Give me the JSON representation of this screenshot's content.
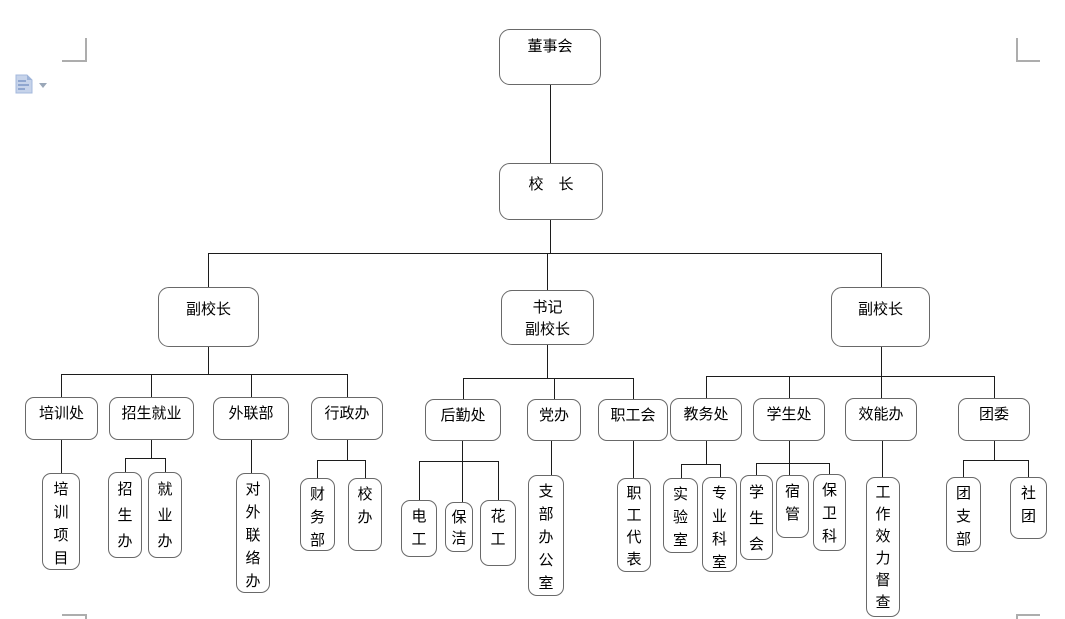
{
  "icons": {
    "paste_options": "clipboard-paste-icon",
    "paste_options_dropdown": "chevron-down-icon"
  },
  "colors": {
    "background": "#ffffff",
    "box_border": "#696969",
    "connector_line": "#1c1c1c",
    "crop_mark": "#adadad",
    "paste_icon_blue": "#b9cae6"
  },
  "org_chart": {
    "nodes": {
      "board": {
        "label": "董事会",
        "children": [
          "principal"
        ]
      },
      "principal": {
        "label": "校　长",
        "children": [
          "vp_left",
          "secretary_vp",
          "vp_right"
        ]
      },
      "vp_left": {
        "label": "副校长",
        "children": [
          "training_office",
          "admissions_employment",
          "external_liaison",
          "admin_office"
        ]
      },
      "secretary_vp": {
        "label": "书记\n副校长",
        "children": [
          "logistics",
          "party_office",
          "labor_union"
        ]
      },
      "vp_right": {
        "label": "副校长",
        "children": [
          "academic_affairs",
          "student_affairs",
          "efficiency_office",
          "youth_league"
        ]
      },
      "training_office": {
        "label": "培训处",
        "children": [
          "training_projects"
        ]
      },
      "admissions_employment": {
        "label": "招生就业",
        "children": [
          "admissions_office",
          "employment_office"
        ]
      },
      "external_liaison": {
        "label": "外联部",
        "children": [
          "external_liaison_office"
        ]
      },
      "admin_office": {
        "label": "行政办",
        "children": [
          "finance_dept",
          "school_office"
        ]
      },
      "logistics": {
        "label": "后勤处",
        "children": [
          "electrician",
          "cleaner",
          "gardener"
        ]
      },
      "party_office": {
        "label": "党办",
        "children": [
          "branch_office"
        ]
      },
      "labor_union": {
        "label": "职工会",
        "children": [
          "staff_reps"
        ]
      },
      "academic_affairs": {
        "label": "教务处",
        "children": [
          "laboratory",
          "professional_depts"
        ]
      },
      "student_affairs": {
        "label": "学生处",
        "children": [
          "student_union",
          "dorm_mgmt",
          "security_section"
        ]
      },
      "efficiency_office": {
        "label": "效能办",
        "children": [
          "supervision"
        ]
      },
      "youth_league": {
        "label": "团委",
        "children": [
          "league_branch",
          "clubs"
        ]
      },
      "training_projects": {
        "label": "培训项目",
        "children": []
      },
      "admissions_office": {
        "label": "招生办",
        "children": []
      },
      "employment_office": {
        "label": "就业办",
        "children": []
      },
      "external_liaison_office": {
        "label": "对外联络办",
        "children": []
      },
      "finance_dept": {
        "label": "财务部",
        "children": []
      },
      "school_office": {
        "label": "校办",
        "children": []
      },
      "electrician": {
        "label": "电工",
        "children": []
      },
      "cleaner": {
        "label": "保洁",
        "children": []
      },
      "gardener": {
        "label": "花工",
        "children": []
      },
      "branch_office": {
        "label": "支部办公室",
        "children": []
      },
      "staff_reps": {
        "label": "职工代表",
        "children": []
      },
      "laboratory": {
        "label": "实验室",
        "children": []
      },
      "professional_depts": {
        "label": "专业科室",
        "children": []
      },
      "student_union": {
        "label": "学生会",
        "children": []
      },
      "dorm_mgmt": {
        "label": "宿管",
        "children": []
      },
      "security_section": {
        "label": "保卫科",
        "children": []
      },
      "supervision": {
        "label": "工作效力督查",
        "children": []
      },
      "league_branch": {
        "label": "团支部",
        "children": []
      },
      "clubs": {
        "label": "社团",
        "children": []
      }
    }
  }
}
